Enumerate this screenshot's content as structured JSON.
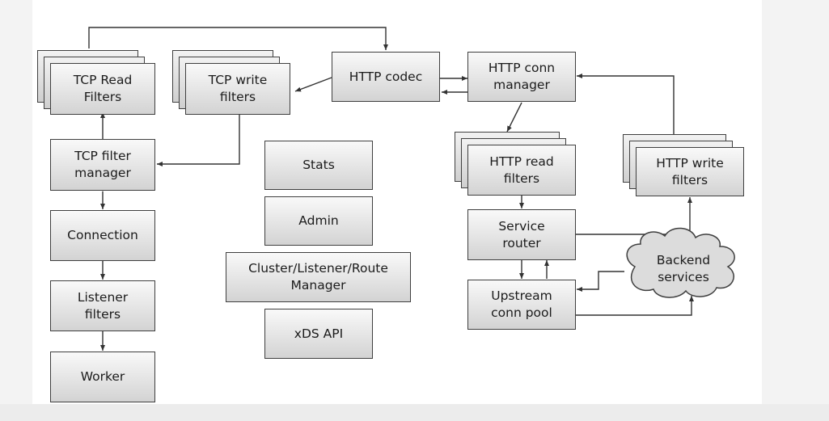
{
  "diagram": {
    "boxes": {
      "tcp_read_filters": "TCP Read\nFilters",
      "tcp_write_filters": "TCP write\nfilters",
      "http_codec": "HTTP codec",
      "http_conn_manager": "HTTP conn\nmanager",
      "tcp_filter_manager": "TCP filter\nmanager",
      "connection": "Connection",
      "listener_filters": "Listener\nfilters",
      "worker": "Worker",
      "stats": "Stats",
      "admin": "Admin",
      "cluster_listener_route_manager": "Cluster/Listener/Route\nManager",
      "xds_api": "xDS API",
      "http_read_filters": "HTTP read\nfilters",
      "http_write_filters": "HTTP write\nfilters",
      "service_router": "Service\nrouter",
      "upstream_conn_pool": "Upstream\nconn pool",
      "backend_services": "Backend\nservices"
    }
  }
}
